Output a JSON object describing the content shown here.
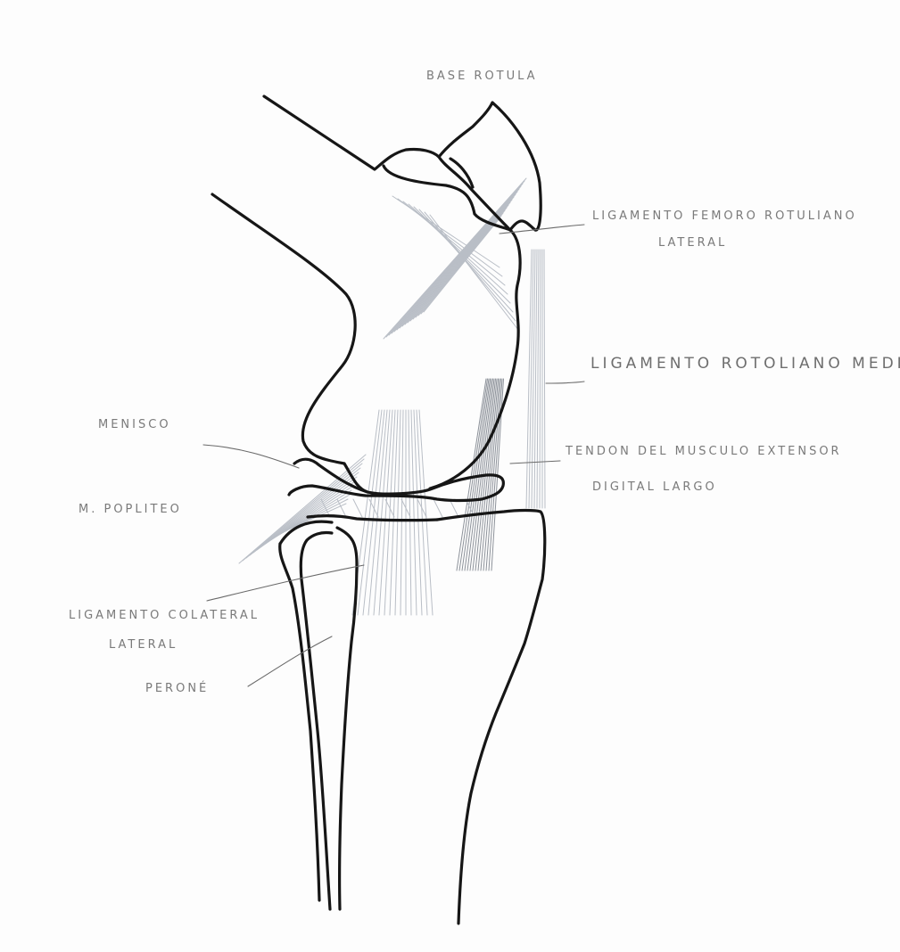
{
  "labels": {
    "base_rotula": "BASE ROTULA",
    "lig_femororotuliano_1": "LIGAMENTO FEMORO ROTULIANO",
    "lig_femororotuliano_2": "LATERAL",
    "lig_rotuliano_medio": "LIGAMENTO ROTOLIANO MEDIO",
    "menisco": "MENISCO",
    "tendon_1": "TENDON DEL MUSCULO EXTENSOR",
    "tendon_2": "DIGITAL LARGO",
    "m_popliteo": "M. POPLITEO",
    "lig_colateral_1": "LIGAMENTO COLATERAL",
    "lig_colateral_2": "LATERAL",
    "perone": "PERONÉ"
  },
  "colors": {
    "bone_outline": "#161616",
    "ligament_shading": "#b9bec6",
    "label_text": "#7a7a7a"
  }
}
